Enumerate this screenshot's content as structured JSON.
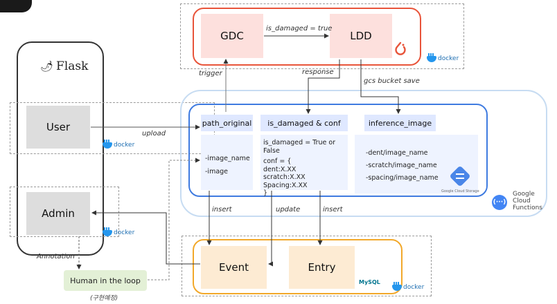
{
  "flask": {
    "title": "Flask"
  },
  "nodes": {
    "user": "User",
    "admin": "Admin",
    "gdc": "GDC",
    "ldd": "LDD",
    "event": "Event",
    "entry": "Entry",
    "human": "Human in the loop",
    "human_note": "(구현예정)"
  },
  "edges": {
    "is_damaged": "is_damaged = true",
    "trigger": "trigger",
    "response": "response",
    "gcs": "gcs bucket save",
    "upload": "upload",
    "insert1": "insert",
    "update": "update",
    "insert2": "insert",
    "annotation": "Annotation"
  },
  "functions": {
    "col1": {
      "header": "path_original",
      "lines": [
        "-image_name",
        "-image"
      ]
    },
    "col2": {
      "header": "is_damaged & conf",
      "lines": [
        "is_damaged = True or False",
        "",
        "conf = {",
        "dent:X.XX",
        "scratch:X.XX",
        "Spacing:X.XX",
        "}"
      ]
    },
    "col3": {
      "header": "inference_image",
      "lines": [
        "-dent/image_name",
        "-scratch/image_name",
        "-spacing/image_name"
      ]
    }
  },
  "gcf": {
    "line1": "Google",
    "line2": "Cloud",
    "line3": "Functions"
  },
  "gcs_label": "Google Cloud Storage",
  "docker": "docker",
  "mysql": "MySQL",
  "colors": {
    "pytorch": "#e8543a",
    "mysql_border": "#f2a82a",
    "blue_border": "#3f7be0",
    "gcf_border": "#c7dcf2"
  }
}
